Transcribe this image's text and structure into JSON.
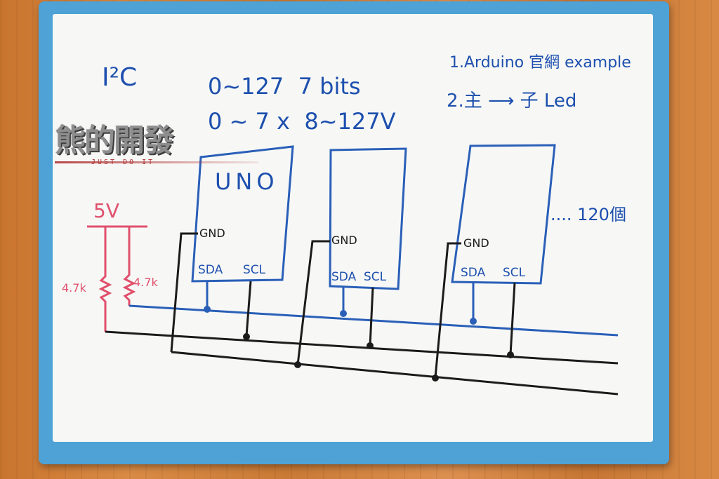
{
  "header": {
    "i2c_title": "I²C",
    "address_line_1": "0~127  7 bits",
    "address_line_2": "0 ~ 7 x  8~127V"
  },
  "notes": {
    "note_1": "1.Arduino 官網 example",
    "note_2": "2.主 ⟶ 子 Led"
  },
  "boards": [
    {
      "label": "UNO",
      "gnd": "GND",
      "sda": "SDA",
      "scl": "SCL"
    },
    {
      "label": "",
      "gnd": "GND",
      "sda": "SDA",
      "scl": "SCL"
    },
    {
      "label": "",
      "gnd": "GND",
      "sda": "SDA",
      "scl": "SCL"
    }
  ],
  "more_devices": ".... 120個",
  "power": {
    "label": "5V",
    "resistor_1": "4.7k",
    "resistor_2": "4.7k"
  },
  "watermark": {
    "title": "熊的開發",
    "subtitle": "JUST DO IT"
  },
  "colors": {
    "blue_ink": "#1d4fae",
    "black_ink": "#1b1b1b",
    "red_ink": "#e0506c",
    "frame": "#4ea2d6"
  }
}
